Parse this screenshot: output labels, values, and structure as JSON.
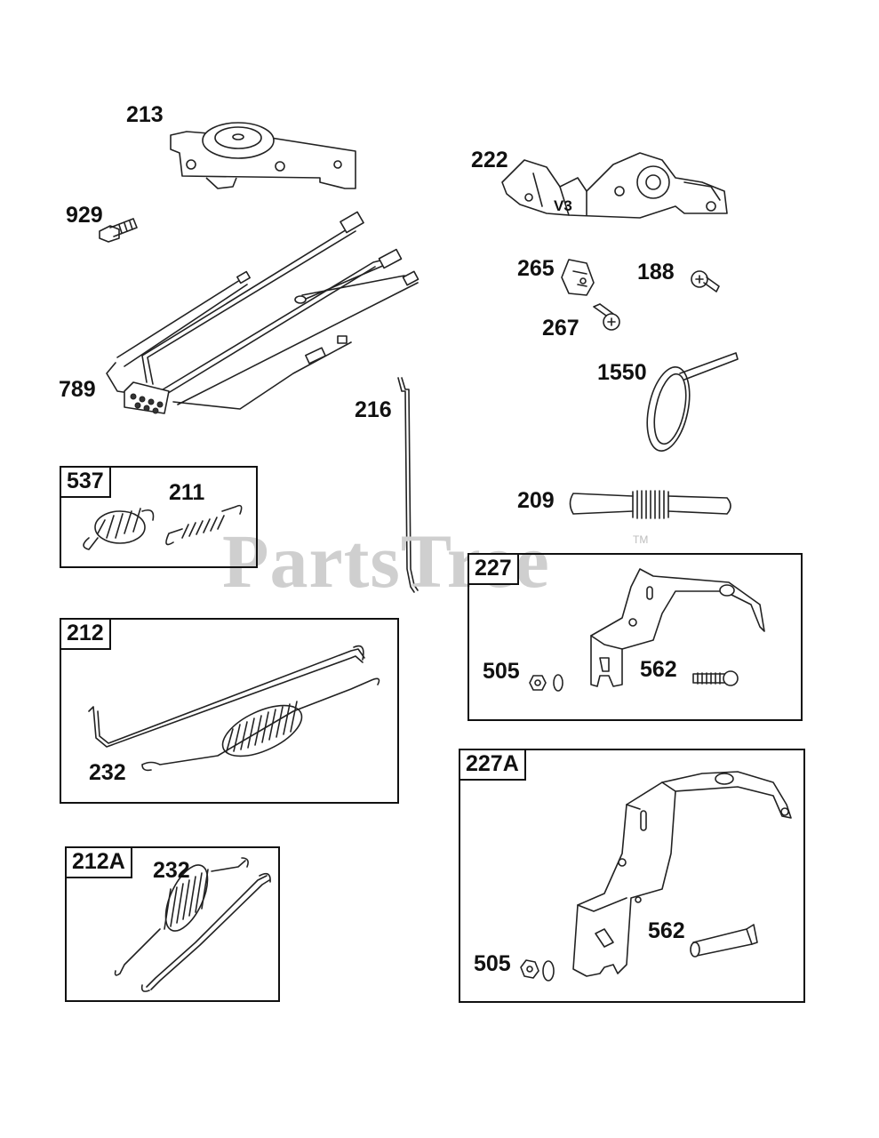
{
  "watermark": {
    "text": "PartsTree",
    "trademark": "TM"
  },
  "labels": {
    "p213": "213",
    "p929": "929",
    "p789": "789",
    "p222": "222",
    "p265": "265",
    "p188": "188",
    "p267": "267",
    "p1550": "1550",
    "p216": "216",
    "p211": "211",
    "p209": "209",
    "p232a": "232",
    "p505a": "505",
    "p562a": "562",
    "p232b": "232",
    "p562b": "562",
    "p505b": "505",
    "v3": "V3"
  },
  "boxes": {
    "b537": "537",
    "b212": "212",
    "b227": "227",
    "b227a": "227A",
    "b212a": "212A"
  }
}
